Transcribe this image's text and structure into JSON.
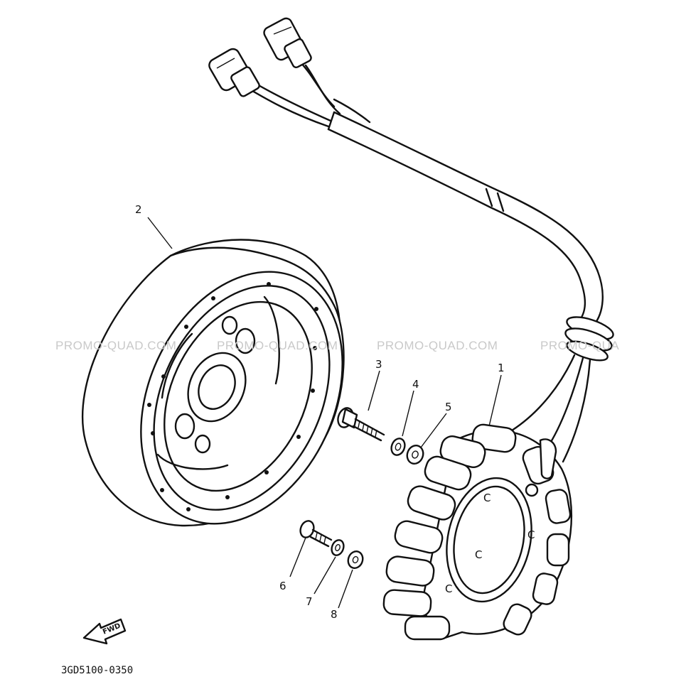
{
  "watermark": {
    "text_1": "PROMO-QUAD.COM",
    "text_2": "PROMO-QUAD.COM",
    "text_3": "PROMO-QUAD.COM",
    "text_4": "PROMO-QUA"
  },
  "callouts": {
    "part_1": "1",
    "part_2": "2",
    "part_3": "3",
    "part_4": "4",
    "part_5": "5",
    "part_6": "6",
    "part_7": "7",
    "part_8": "8"
  },
  "stator_marks": [
    "C",
    "C",
    "C",
    "C"
  ],
  "fwd_arrow": {
    "label": "FWD"
  },
  "diagram_code": "3GD5100-0350"
}
